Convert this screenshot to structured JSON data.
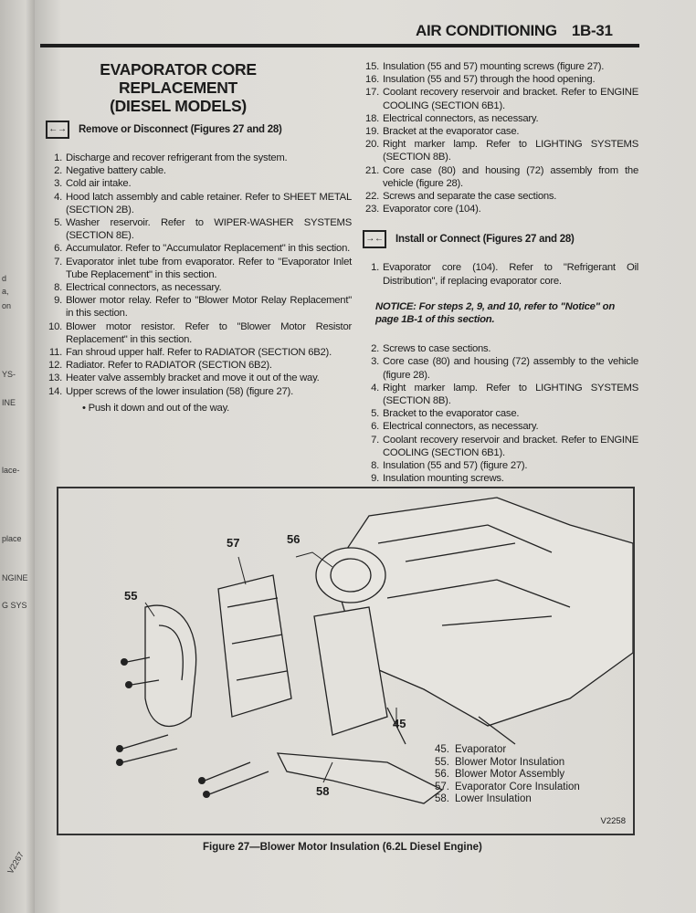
{
  "left_page_fragments": [
    "d",
    "a,",
    "on",
    "YS-",
    "INE",
    "lace-",
    "place",
    "NGINE",
    "G SYS",
    "V2267"
  ],
  "header": {
    "section": "AIR CONDITIONING",
    "page": "1B-31"
  },
  "title": [
    "EVAPORATOR CORE",
    "REPLACEMENT",
    "(DIESEL MODELS)"
  ],
  "remove": {
    "icon": "remove-arrows-icon",
    "icon_glyph": "←→",
    "label": "Remove or Disconnect (Figures 27 and 28)",
    "steps": [
      {
        "n": "1.",
        "t": "Discharge and recover refrigerant from the system."
      },
      {
        "n": "2.",
        "t": "Negative battery cable."
      },
      {
        "n": "3.",
        "t": "Cold air intake."
      },
      {
        "n": "4.",
        "t": "Hood latch assembly and cable retainer. Refer to SHEET METAL (SECTION 2B)."
      },
      {
        "n": "5.",
        "t": "Washer reservoir. Refer to WIPER-WASHER SYSTEMS (SECTION 8E)."
      },
      {
        "n": "6.",
        "t": "Accumulator. Refer to \"Accumulator Replacement\" in this section."
      },
      {
        "n": "7.",
        "t": "Evaporator inlet tube from evaporator. Refer to \"Evaporator Inlet Tube Replacement\" in this section."
      },
      {
        "n": "8.",
        "t": "Electrical connectors, as necessary."
      },
      {
        "n": "9.",
        "t": "Blower motor relay. Refer to \"Blower Motor Relay Replacement\" in this section."
      },
      {
        "n": "10.",
        "t": "Blower motor resistor. Refer to \"Blower Motor Resistor Replacement\" in this section."
      },
      {
        "n": "11.",
        "t": "Fan shroud upper half. Refer to RADIATOR (SECTION 6B2)."
      },
      {
        "n": "12.",
        "t": "Radiator. Refer to RADIATOR (SECTION 6B2)."
      },
      {
        "n": "13.",
        "t": "Heater valve assembly bracket and move it out of the way."
      },
      {
        "n": "14.",
        "t": "Upper screws of the lower insulation (58) (figure 27)."
      }
    ],
    "bullet": "• Push it down and out of the way.",
    "steps_cont": [
      {
        "n": "15.",
        "t": "Insulation (55 and 57) mounting screws (figure 27)."
      },
      {
        "n": "16.",
        "t": "Insulation (55 and 57) through the hood opening."
      },
      {
        "n": "17.",
        "t": "Coolant recovery reservoir and bracket. Refer to ENGINE COOLING (SECTION 6B1)."
      },
      {
        "n": "18.",
        "t": "Electrical connectors, as necessary."
      },
      {
        "n": "19.",
        "t": "Bracket at the evaporator case."
      },
      {
        "n": "20.",
        "t": "Right marker lamp. Refer to LIGHTING SYSTEMS (SECTION 8B)."
      },
      {
        "n": "21.",
        "t": "Core case (80) and housing (72) assembly from the vehicle (figure 28)."
      },
      {
        "n": "22.",
        "t": "Screws and separate the case sections."
      },
      {
        "n": "23.",
        "t": "Evaporator core (104)."
      }
    ]
  },
  "install": {
    "icon": "install-arrows-icon",
    "icon_glyph": "→←",
    "label": "Install or Connect (Figures 27 and 28)",
    "step1": {
      "n": "1.",
      "t": "Evaporator core (104). Refer to \"Refrigerant Oil Distribution\", if replacing evaporator core."
    },
    "notice": "NOTICE: For steps 2, 9, and 10, refer to \"Notice\" on page 1B-1 of this section.",
    "steps": [
      {
        "n": "2.",
        "t": "Screws to case sections."
      },
      {
        "n": "3.",
        "t": "Core case (80) and housing (72) assembly to the vehicle (figure 28)."
      },
      {
        "n": "4.",
        "t": "Right marker lamp. Refer to LIGHTING SYSTEMS (SECTION 8B)."
      },
      {
        "n": "5.",
        "t": "Bracket to the evaporator case."
      },
      {
        "n": "6.",
        "t": "Electrical connectors, as necessary."
      },
      {
        "n": "7.",
        "t": "Coolant recovery reservoir and bracket. Refer to ENGINE COOLING (SECTION 6B1)."
      },
      {
        "n": "8.",
        "t": "Insulation (55 and 57) (figure 27)."
      },
      {
        "n": "9.",
        "t": "Insulation mounting screws."
      }
    ]
  },
  "figure": {
    "callouts": [
      "55",
      "57",
      "56",
      "45",
      "58"
    ],
    "legend": [
      {
        "n": "45.",
        "t": "Evaporator"
      },
      {
        "n": "55.",
        "t": "Blower Motor Insulation"
      },
      {
        "n": "56.",
        "t": "Blower Motor Assembly"
      },
      {
        "n": "57.",
        "t": "Evaporator Core Insulation"
      },
      {
        "n": "58.",
        "t": "Lower Insulation"
      }
    ],
    "code": "V2258",
    "caption": "Figure 27—Blower Motor Insulation (6.2L Diesel Engine)"
  }
}
